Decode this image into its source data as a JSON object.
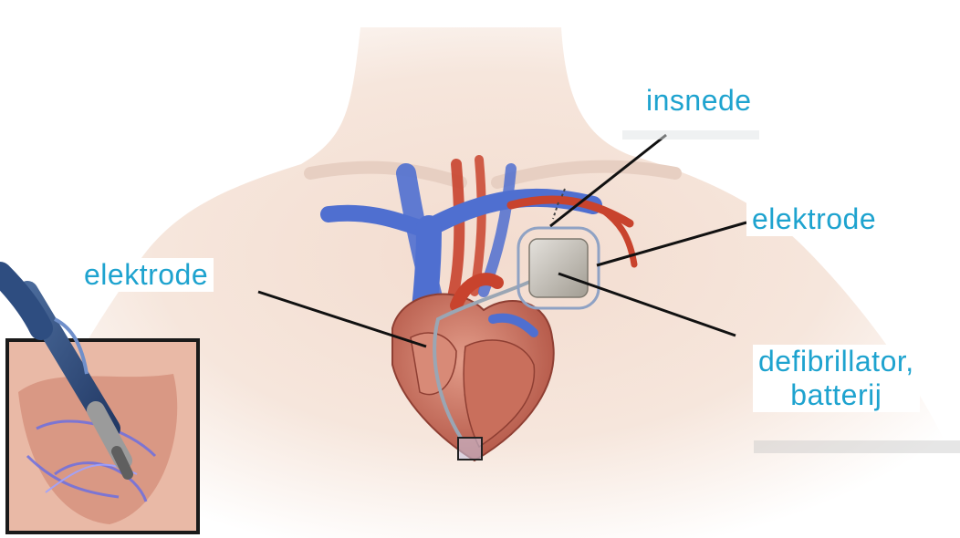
{
  "labels": {
    "insnede": "insnede",
    "elektrode_right": "elektrode",
    "elektrode_left": "elektrode",
    "defibrillator_line1": "defibrillator,",
    "defibrillator_line2": "batterij"
  },
  "colors": {
    "label_text": "#1ea3cf",
    "leader_line": "#111111",
    "vein": "#4f6fd0",
    "artery": "#c8432d",
    "heart": "#c96f5c",
    "device": "#b9b3a7",
    "skin": "#f2d3c2"
  }
}
